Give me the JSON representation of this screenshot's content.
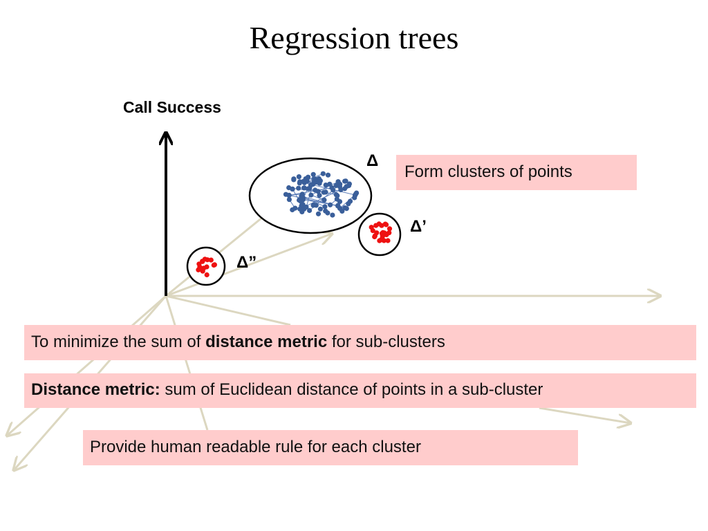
{
  "title": "Regression trees",
  "axis": {
    "y_label": "Call Success"
  },
  "clusters": [
    {
      "label": "Δ",
      "color": "#3a5f9a",
      "point_count": 100
    },
    {
      "label": "Δ’",
      "color": "#ee1111",
      "point_count": 25
    },
    {
      "label": "Δ”",
      "color": "#ee1111",
      "point_count": 15
    }
  ],
  "colors": {
    "axis_line": "#dcd7c0",
    "box_fill": "#ffcccc",
    "cluster_outline": "#000000"
  },
  "callouts": {
    "form_clusters": "Form clusters of points",
    "minimize_prefix": "To minimize the sum of ",
    "minimize_bold": "distance metric",
    "minimize_suffix": " for sub-clusters",
    "metric_bold": "Distance metric:",
    "metric_rest": " sum of Euclidean distance of points in a sub-cluster",
    "human_rule": "Provide human readable rule for each cluster"
  }
}
